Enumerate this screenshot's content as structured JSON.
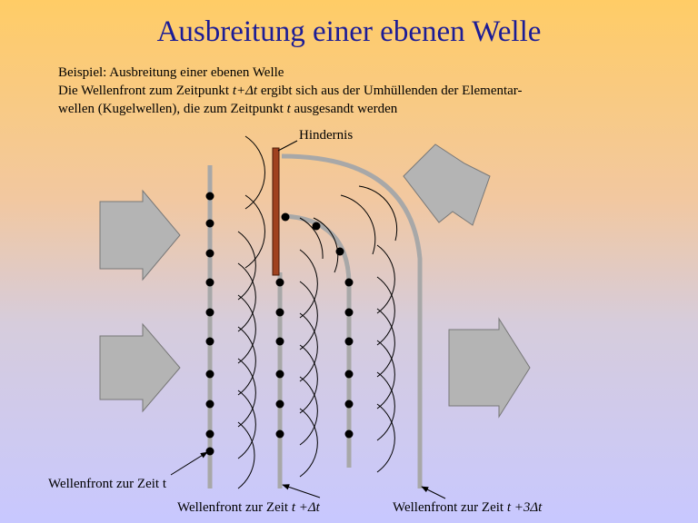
{
  "title": "Ausbreitung einer ebenen Welle",
  "intro": {
    "line1": "Beispiel: Ausbreitung einer ebenen Welle",
    "line2_a": "Die Wellenfront zum Zeitpunkt ",
    "line2_var": "t+Δt",
    "line2_b": " ergibt sich aus der Umhüllenden der Elementar-",
    "line3_a": "wellen (Kugelwellen), die zum Zeitpunkt ",
    "line3_var": "t",
    "line3_b": " ausgesandt werden"
  },
  "labels": {
    "obstacle": "Hindernis",
    "front_t": "Wellenfront zur Zeit t",
    "front_t1_prefix": "Wellenfront zur Zeit ",
    "front_t1_var": "t +Δt",
    "front_t3_prefix": "Wellenfront zur Zeit ",
    "front_t3_var": "t +3Δt"
  },
  "colors": {
    "title": "#1c1c96",
    "obstacle": "#a0411e",
    "arrow_fill": "#b4b4b4",
    "wavefront": "#a8a8a8"
  }
}
